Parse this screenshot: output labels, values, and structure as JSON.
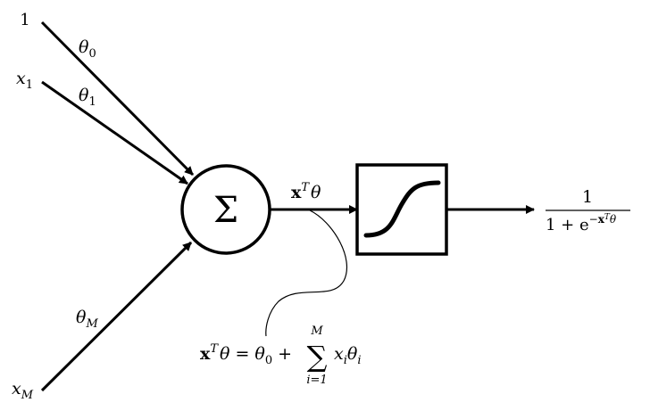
{
  "colors": {
    "stroke": "#000000",
    "background": "#ffffff"
  },
  "inputs": {
    "bias": {
      "value": "1"
    },
    "x1": {
      "var": "x",
      "sub": "1"
    },
    "xM": {
      "var": "x",
      "sub": "M"
    }
  },
  "weights": {
    "theta0": {
      "sym": "θ",
      "sub": "0"
    },
    "theta1": {
      "sym": "θ",
      "sub": "1"
    },
    "thetaM": {
      "sym": "θ",
      "sub": "M"
    }
  },
  "summation": {
    "symbol": "Σ"
  },
  "linear_output": {
    "x": "x",
    "sup": "T",
    "theta": "θ"
  },
  "sigmoid_output": {
    "numerator": "1",
    "denominator_base": "1 + e",
    "exp_minus": "−",
    "exp_x": "x",
    "exp_sup": "T",
    "exp_theta": "θ"
  },
  "equation": {
    "lhs_x": "x",
    "lhs_sup": "T",
    "lhs_theta": "θ",
    "eq": "=",
    "theta0": "θ",
    "theta0_sub": "0",
    "plus": "+",
    "sum_symbol": "∑",
    "sum_upper": "M",
    "sum_lower": "i=1",
    "term_x": "x",
    "term_x_sub": "i",
    "term_theta": "θ",
    "term_theta_sub": "i"
  }
}
